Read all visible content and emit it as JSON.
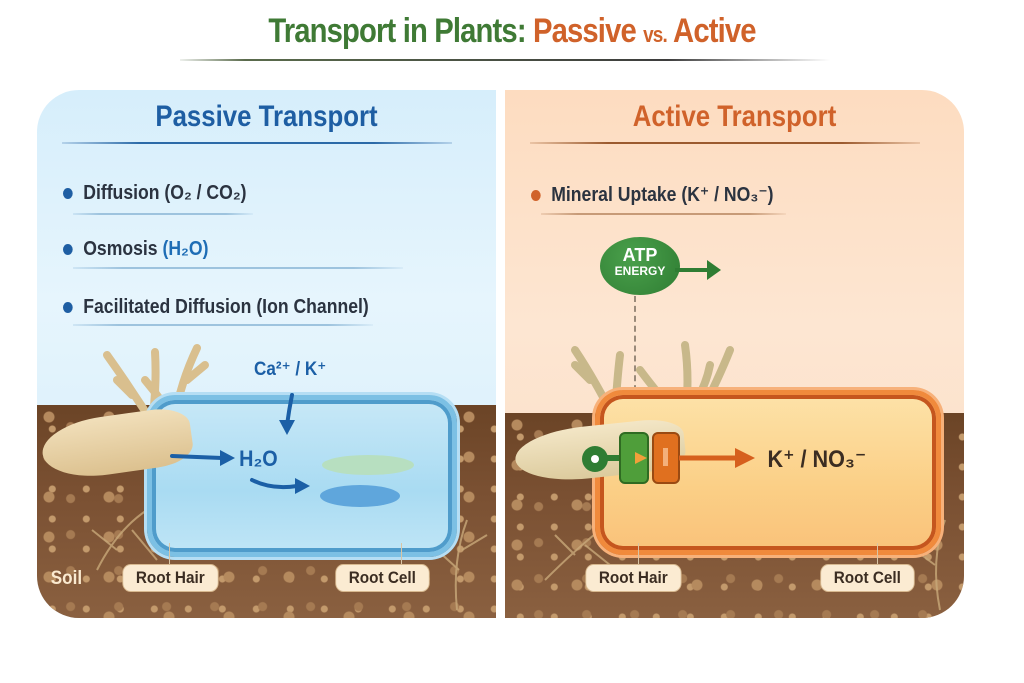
{
  "title": {
    "part1": "Transport in Plants:",
    "part2": "Passive",
    "vs": "vs.",
    "part3": "Active"
  },
  "colors": {
    "title_green": "#3f7a35",
    "title_orange": "#d0622a",
    "passive_blue": "#1e5ea3",
    "active_orange": "#d0622a",
    "atp_green": "#2f7d33",
    "soil_brown": "#7a5032"
  },
  "passive": {
    "heading": "Passive Transport",
    "bullets": [
      {
        "label": "Diffusion",
        "chem": "(O₂ / CO₂)"
      },
      {
        "label": "Osmosis",
        "chem": "(H₂O)"
      },
      {
        "label": "Facilitated Diffusion",
        "chem": "(Ion Channel)"
      }
    ],
    "diagram": {
      "ion_label": "Ca²⁺ / K⁺",
      "water_label": "H₂O",
      "soil_label": "Soil",
      "root_hair_label": "Root Hair",
      "root_cell_label": "Root Cell"
    }
  },
  "active": {
    "heading": "Active Transport",
    "bullets": [
      {
        "label": "Mineral Uptake",
        "chem": "(K⁺ / NO₃⁻)"
      }
    ],
    "atp": {
      "line1": "ATP",
      "line2": "ENERGY"
    },
    "diagram": {
      "ion_label": "K⁺ / NO₃⁻",
      "root_hair_label": "Root Hair",
      "root_cell_label": "Root Cell"
    }
  }
}
